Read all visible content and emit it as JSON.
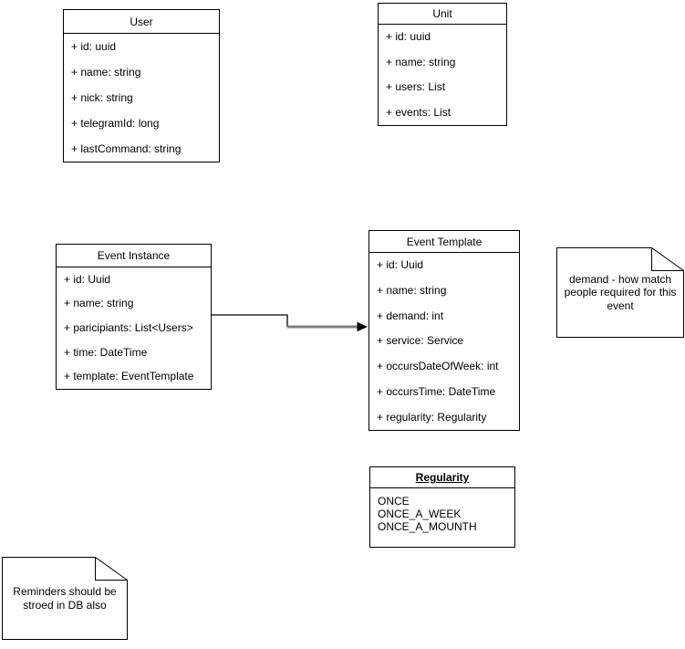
{
  "classes": {
    "user": {
      "title": "User",
      "attributes": [
        "+ id: uuid",
        "+ name: string",
        "+ nick: string",
        "+ telegramId: long",
        "+ lastCommand: string"
      ]
    },
    "unit": {
      "title": "Unit",
      "attributes": [
        "+ id: uuid",
        "+ name: string",
        "+ users: List",
        "+ events: List"
      ]
    },
    "event_instance": {
      "title": "Event Instance",
      "attributes": [
        "+ id: Uuid",
        "+ name: string",
        "+ paricipiants: List<Users>",
        "+ time: DateTime",
        "+ template: EventTemplate"
      ]
    },
    "event_template": {
      "title": "Event Template",
      "attributes": [
        "+ id: Uuid",
        "+ name: string",
        "+ demand: int",
        "+ service: Service",
        "+ occursDateOfWeek: int",
        "+ occursTime: DateTime",
        "+ regularity: Regularity"
      ]
    }
  },
  "enums": {
    "regularity": {
      "title": "Regularity",
      "values": [
        "ONCE",
        "ONCE_A_WEEK",
        "ONCE_A_MOUNTH"
      ]
    }
  },
  "notes": {
    "demand": {
      "text": "demand - how match people required for this event"
    },
    "reminders": {
      "text": "Reminders should be stroed in DB also"
    }
  },
  "connector": {
    "from": "Event Instance",
    "to": "Event Template"
  },
  "colors": {
    "stroke": "#000000",
    "fill": "#ffffff",
    "connector_segment": "#808080"
  }
}
